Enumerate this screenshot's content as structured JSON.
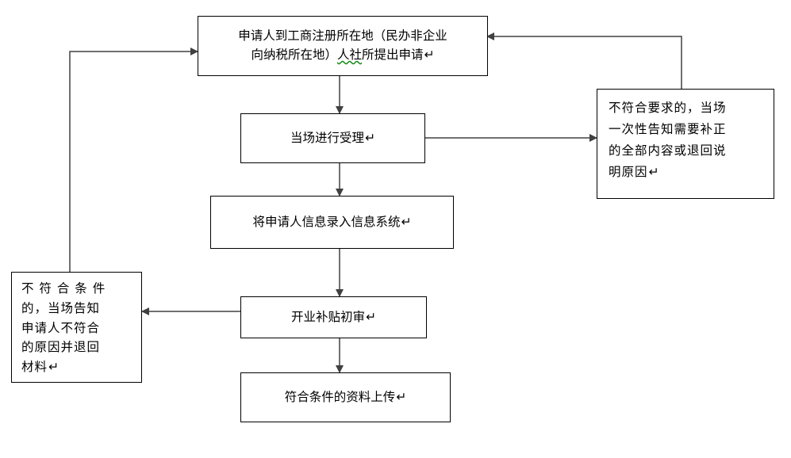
{
  "diagram": {
    "nodes": {
      "apply": {
        "line1": "申请人到工商注册所在地（民办非企业",
        "line2_pre": "向纳税所在地）",
        "line2_wavy": "人社",
        "line2_post": "所提出申请",
        "mark": "↵"
      },
      "accept": {
        "text": "当场进行受理",
        "mark": "↵"
      },
      "enter": {
        "text": "将申请人信息录入信息系统",
        "mark": "↵"
      },
      "review": {
        "text": "开业补贴初审",
        "mark": "↵"
      },
      "upload": {
        "text": "符合条件的资料上传",
        "mark": "↵"
      },
      "notify_correct": {
        "line1": "不符合要求的，当场",
        "line2": "一次性告知需要补正",
        "line3": "的全部内容或退回说",
        "line4": "明原因",
        "mark": "↵"
      },
      "reject": {
        "line1": "不 符 合 条 件",
        "line2": "的，当场告知",
        "line3": "申请人不符合",
        "line4": "的原因并退回",
        "line5": "材料",
        "mark": "↵"
      }
    },
    "colors": {
      "stroke": "#404040",
      "border": "#000000",
      "wavy_underline": "#1a8a1a"
    }
  }
}
